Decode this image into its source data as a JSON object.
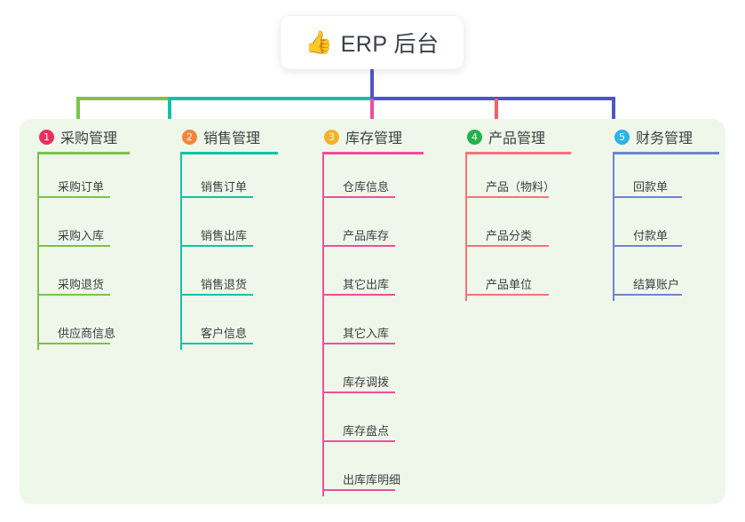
{
  "root": {
    "icon": "thumbs-up-icon",
    "emoji": "👍",
    "title": "ERP 后台"
  },
  "theme": {
    "page_background": "#ffffff",
    "panel_background": "#eef7e9",
    "text_color": "#3c4043",
    "stem_color": "#4f55c7"
  },
  "connectors": [
    {
      "name": "stem",
      "color": "#4f55c7"
    },
    {
      "name": "bar-green",
      "color": "#79c34a"
    },
    {
      "name": "bar-teal",
      "color": "#13c2a6"
    },
    {
      "name": "bar-blue",
      "color": "#4f55c7"
    }
  ],
  "columns": [
    {
      "number": "1",
      "label": "采购管理",
      "badge_color": "#e8305f",
      "line_color": "#79c34a",
      "items": [
        {
          "label": "采购订单"
        },
        {
          "label": "采购入库"
        },
        {
          "label": "采购退货"
        },
        {
          "label": "供应商信息"
        }
      ]
    },
    {
      "number": "2",
      "label": "销售管理",
      "badge_color": "#f5843c",
      "line_color": "#13c2a6",
      "items": [
        {
          "label": "销售订单"
        },
        {
          "label": "销售出库"
        },
        {
          "label": "销售退货"
        },
        {
          "label": "客户信息"
        }
      ]
    },
    {
      "number": "3",
      "label": "库存管理",
      "badge_color": "#f5b324",
      "line_color": "#ed4f9c",
      "items": [
        {
          "label": "仓库信息"
        },
        {
          "label": "产品库存"
        },
        {
          "label": "其它出库"
        },
        {
          "label": "其它入库"
        },
        {
          "label": "库存调拨"
        },
        {
          "label": "库存盘点"
        },
        {
          "label": "出库库明细"
        }
      ]
    },
    {
      "number": "4",
      "label": "产品管理",
      "badge_color": "#22b14c",
      "line_color": "#f4737c",
      "items": [
        {
          "label": "产品（物料）"
        },
        {
          "label": "产品分类"
        },
        {
          "label": "产品单位"
        }
      ]
    },
    {
      "number": "5",
      "label": "财务管理",
      "badge_color": "#2bb3e8",
      "line_color": "#6f83d6",
      "items": [
        {
          "label": "回款单"
        },
        {
          "label": "付款单"
        },
        {
          "label": "结算账户"
        }
      ]
    }
  ]
}
